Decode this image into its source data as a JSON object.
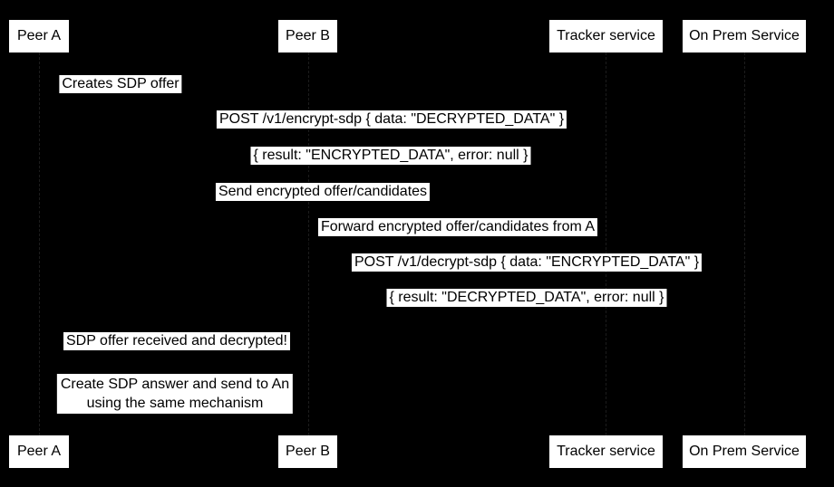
{
  "colors": {
    "background": "#000000",
    "label_background": "#ffffff",
    "label_text": "#000000"
  },
  "actors": [
    {
      "id": "peer-a",
      "label": "Peer A"
    },
    {
      "id": "peer-b",
      "label": "Peer B"
    },
    {
      "id": "tracker",
      "label": "Tracker service"
    },
    {
      "id": "on-prem",
      "label": "On Prem Service"
    }
  ],
  "messages": [
    {
      "from": "peer-a",
      "to": "peer-a",
      "label": "Creates SDP offer"
    },
    {
      "from": "peer-a",
      "to": "on-prem",
      "label": "POST /v1/encrypt-sdp { data: \"DECRYPTED_DATA\" }"
    },
    {
      "from": "on-prem",
      "to": "peer-a",
      "label": "{ result: \"ENCRYPTED_DATA\", error: null }"
    },
    {
      "from": "peer-a",
      "to": "tracker",
      "label": "Send encrypted offer/candidates"
    },
    {
      "from": "tracker",
      "to": "peer-b",
      "label": "Forward encrypted offer/candidates from A"
    },
    {
      "from": "peer-b",
      "to": "on-prem",
      "label": "POST /v1/decrypt-sdp { data: \"ENCRYPTED_DATA\" }"
    },
    {
      "from": "on-prem",
      "to": "peer-b",
      "label": "{ result: \"DECRYPTED_DATA\", error: null }"
    },
    {
      "from": "peer-b",
      "to": "peer-a",
      "label": "SDP offer received and decrypted!"
    }
  ],
  "note": {
    "over": "peer-a,peer-b",
    "line1": "Create SDP answer and send to An",
    "line2": "using the same mechanism"
  }
}
